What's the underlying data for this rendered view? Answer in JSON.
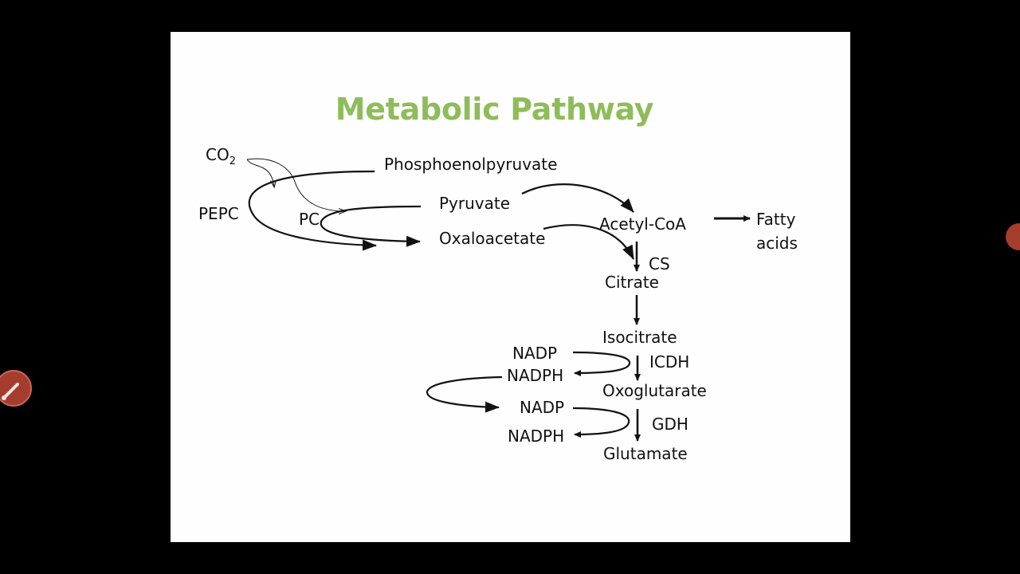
{
  "slide": {
    "title": "Metabolic Pathway"
  },
  "labels": {
    "co2": "CO",
    "co2_sub": "2",
    "pepc": "PEPC",
    "pc": "PC",
    "phosphoenolpyruvate": "Phosphoenolpyruvate",
    "pyruvate": "Pyruvate",
    "oxaloacetate": "Oxaloacetate",
    "acetyl_coa": "Acetyl-CoA",
    "fatty": "Fatty",
    "acids": "acids",
    "cs": "CS",
    "citrate": "Citrate",
    "isocitrate": "Isocitrate",
    "icdh": "ICDH",
    "nadp_1": "NADP",
    "nadph_1": "NADPH",
    "oxoglutarate": "Oxoglutarate",
    "nadp_2": "NADP",
    "nadph_2": "NADPH",
    "gdh": "GDH",
    "glutamate": "Glutamate"
  },
  "tools": {
    "left_icon": "pencil-icon",
    "right_icon": "circle-button-icon",
    "accent": "#a53c2e"
  }
}
